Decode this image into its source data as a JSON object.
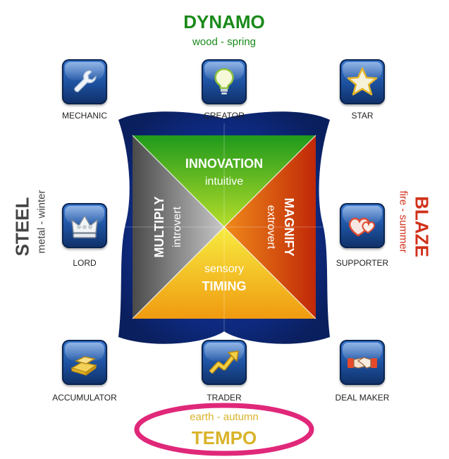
{
  "dynamo": {
    "title": "DYNAMO",
    "subtitle": "wood - spring",
    "color": "#1a8a1a"
  },
  "steel": {
    "title": "STEEL",
    "subtitle": "metal - winter",
    "color": "#444444"
  },
  "blaze": {
    "title": "BLAZE",
    "subtitle": "fire - summer",
    "color": "#d0311a"
  },
  "tempo": {
    "title": "TEMPO",
    "subtitle": "earth - autumn",
    "color": "#d9b32a",
    "highlight_color": "#e0287a"
  },
  "quadrants": {
    "innovation": {
      "title": "INNOVATION",
      "subtitle": "intuitive",
      "color": "#5db61e"
    },
    "magnify": {
      "title": "MAGNIFY",
      "subtitle": "extrovert",
      "color": "#e2520c"
    },
    "timing": {
      "title": "TIMING",
      "subtitle": "sensory",
      "color": "#f2b712"
    },
    "multiply": {
      "title": "MULTIPLY",
      "subtitle": "introvert",
      "color": "#7a7a7a"
    }
  },
  "profiles": {
    "mechanic": {
      "label": "MECHANIC",
      "icon": "wrench-icon"
    },
    "creator": {
      "label": "CREATOR",
      "icon": "lightbulb-icon"
    },
    "star": {
      "label": "STAR",
      "icon": "star-icon"
    },
    "lord": {
      "label": "LORD",
      "icon": "crown-icon"
    },
    "supporter": {
      "label": "SUPPORTER",
      "icon": "hearts-icon"
    },
    "accumulator": {
      "label": "ACCUMULATOR",
      "icon": "gold-bars-icon"
    },
    "trader": {
      "label": "TRADER",
      "icon": "rising-arrow-icon"
    },
    "deal_maker": {
      "label": "DEAL MAKER",
      "icon": "handshake-icon"
    }
  }
}
